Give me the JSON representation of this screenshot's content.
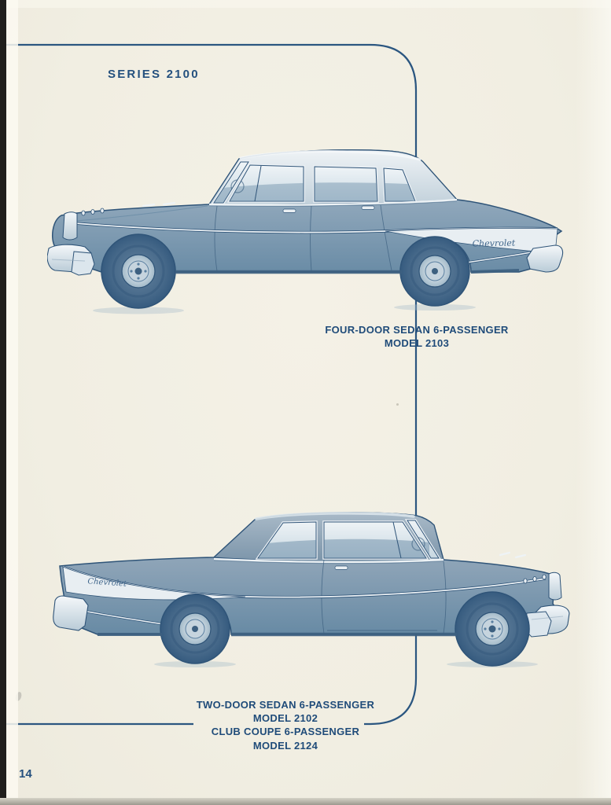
{
  "page": {
    "series_heading": "SERIES 2100",
    "page_number": "14"
  },
  "colors": {
    "paper_cream": "#f2efe3",
    "ink_navy": "#24507e",
    "rule_line_navy": "#2b5680",
    "illustration_steel_blue": "#8ea6ba",
    "illustration_shadow_blue": "#5f83a0",
    "illustration_highlight": "#e9eff3"
  },
  "cars": [
    {
      "position": "top",
      "facing": "left",
      "badge_script": "Chevrolet",
      "label_lines": [
        "FOUR-DOOR SEDAN 6-PASSENGER",
        "MODEL 2103"
      ]
    },
    {
      "position": "bottom",
      "facing": "right",
      "badge_script": "Chevrolet",
      "label_lines": [
        "TWO-DOOR SEDAN 6-PASSENGER",
        "MODEL 2102",
        "CLUB COUPE 6-PASSENGER",
        "MODEL 2124"
      ]
    }
  ]
}
